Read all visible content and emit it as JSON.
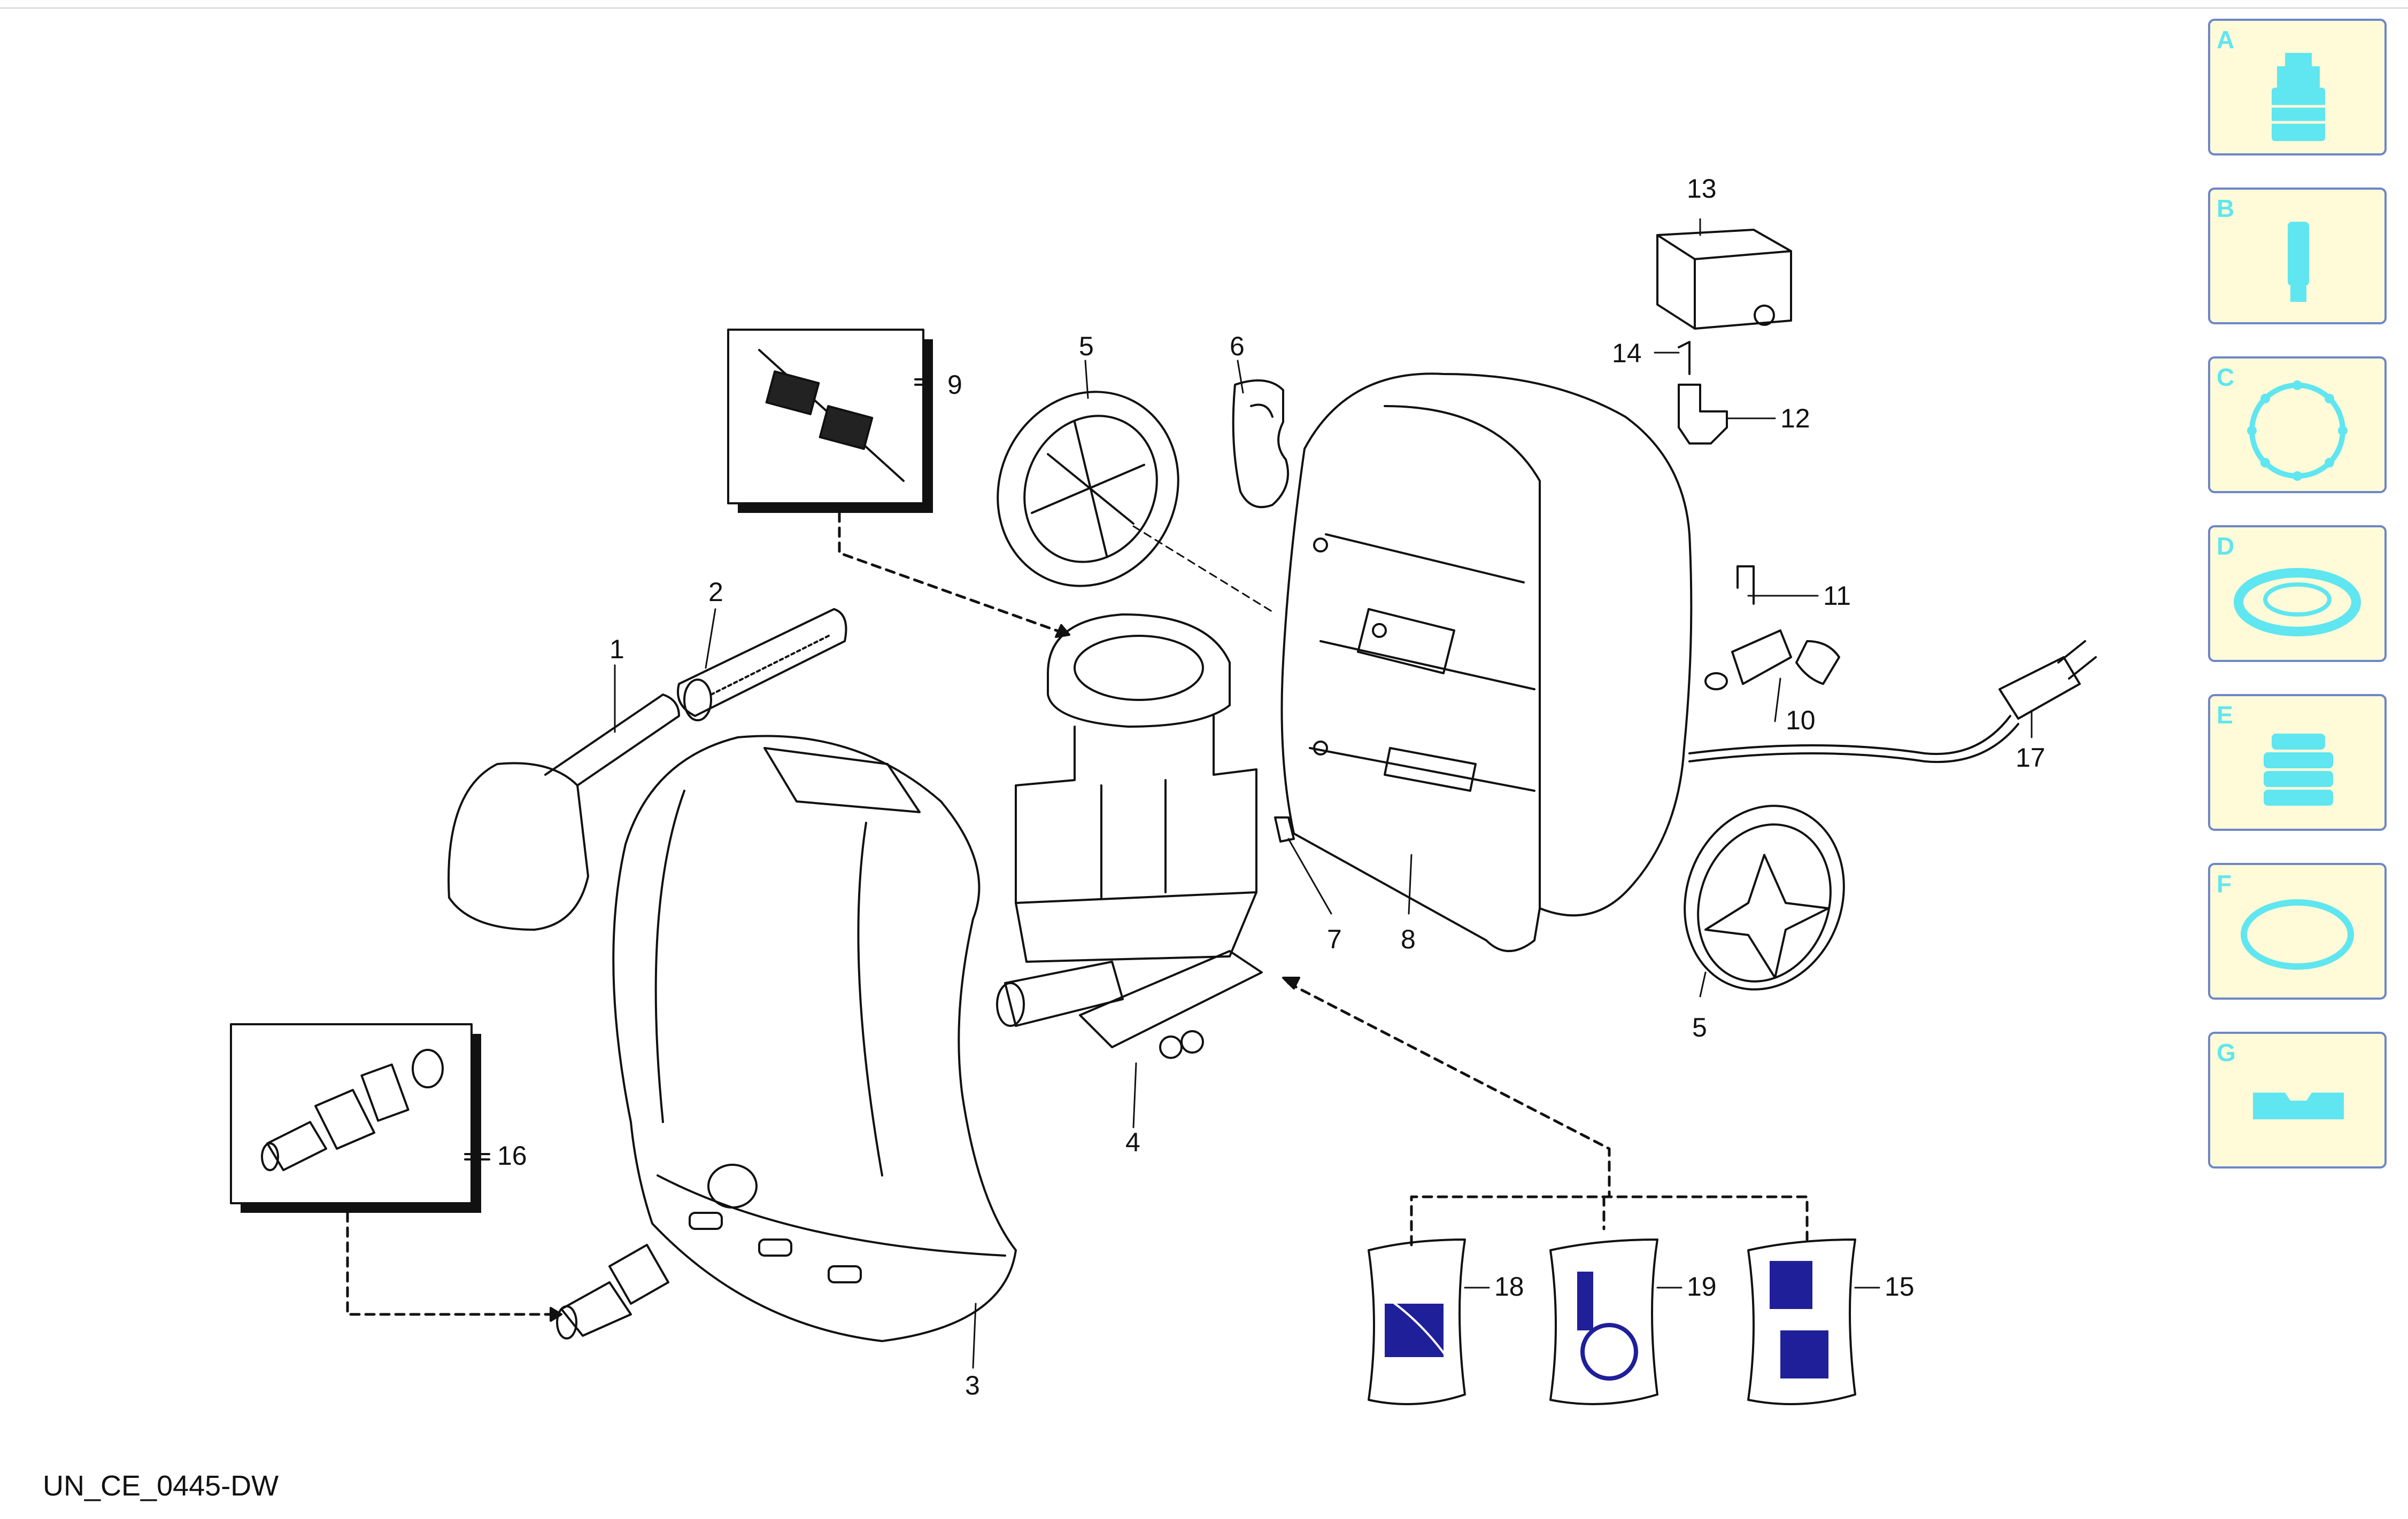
{
  "diagram_code": "UN_CE_0445-DW",
  "callouts": {
    "n1": "1",
    "n2": "2",
    "n3": "3",
    "n4": "4",
    "n5a": "5",
    "n5b": "5",
    "n6": "6",
    "n7": "7",
    "n8": "8",
    "n9": "9",
    "n10": "10",
    "n11": "11",
    "n12": "12",
    "n13": "13",
    "n14": "14",
    "n15": "15",
    "n16": "16",
    "n17": "17",
    "n18": "18",
    "n19": "19"
  },
  "sidebar": {
    "tiles": [
      {
        "letter": "A",
        "icon": "cartridge-icon"
      },
      {
        "letter": "B",
        "icon": "filter-tube-icon"
      },
      {
        "letter": "C",
        "icon": "gasket-ring-icon"
      },
      {
        "letter": "D",
        "icon": "seal-ring-icon"
      },
      {
        "letter": "E",
        "icon": "valve-stack-icon"
      },
      {
        "letter": "F",
        "icon": "o-ring-icon"
      },
      {
        "letter": "G",
        "icon": "bracket-icon"
      }
    ],
    "colors": {
      "tile_bg": "#fffbd8",
      "tile_border": "#6d86c8",
      "icon": "#5fe6f0"
    }
  }
}
